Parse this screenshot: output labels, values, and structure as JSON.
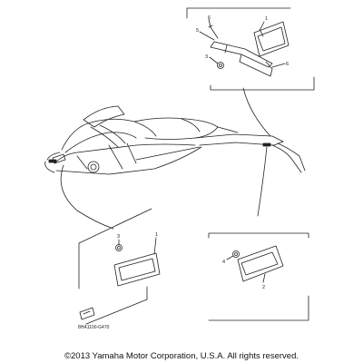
{
  "diagram": {
    "callouts": {
      "top_6a": "6",
      "top_1": "1",
      "top_5": "5",
      "top_3": "3",
      "top_6b": "6",
      "left_3": "3",
      "left_1": "1",
      "right_4": "4",
      "right_2": "2"
    },
    "part_code": "8HA1100-G470"
  },
  "footer": {
    "copyright": "©2013 Yamaha Motor Corporation, U.S.A. All rights reserved."
  }
}
